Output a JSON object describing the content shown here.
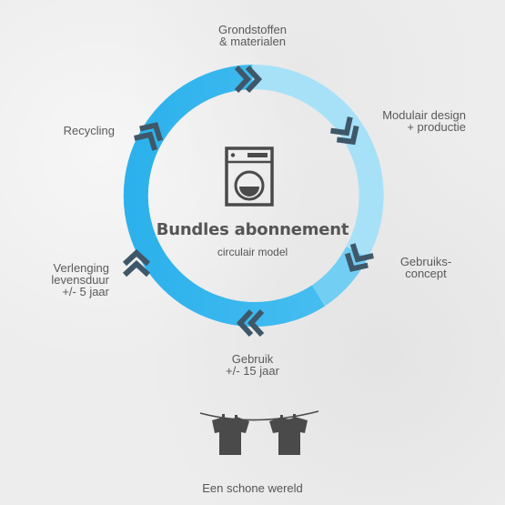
{
  "center": {
    "icon": "washing-machine-icon",
    "title": "Bundles abonnement",
    "subtitle": "circulair model"
  },
  "stages": [
    {
      "id": "raw-materials",
      "lines": [
        "Grondstoffen",
        "& materialen"
      ]
    },
    {
      "id": "design",
      "lines": [
        "Modulair design",
        "+ productie"
      ]
    },
    {
      "id": "concept",
      "lines": [
        "Gebruiks-",
        "concept"
      ]
    },
    {
      "id": "use",
      "lines": [
        "Gebruik",
        "+/- 15 jaar"
      ]
    },
    {
      "id": "extension",
      "lines": [
        "Verlenging",
        "levensduur",
        "+/- 5 jaar"
      ]
    },
    {
      "id": "recycling",
      "lines": [
        "Recycling"
      ]
    }
  ],
  "footer": {
    "icon": "clothesline-icon",
    "text": "Een schone wereld"
  },
  "colors": {
    "ring_dark": "#2cb1ec",
    "ring_light": "#a7e1f8",
    "ring_mid": "#6fcdf3",
    "chevron": "#3e5869",
    "text": "#5a5a5a",
    "icon": "#4a4a4a"
  }
}
